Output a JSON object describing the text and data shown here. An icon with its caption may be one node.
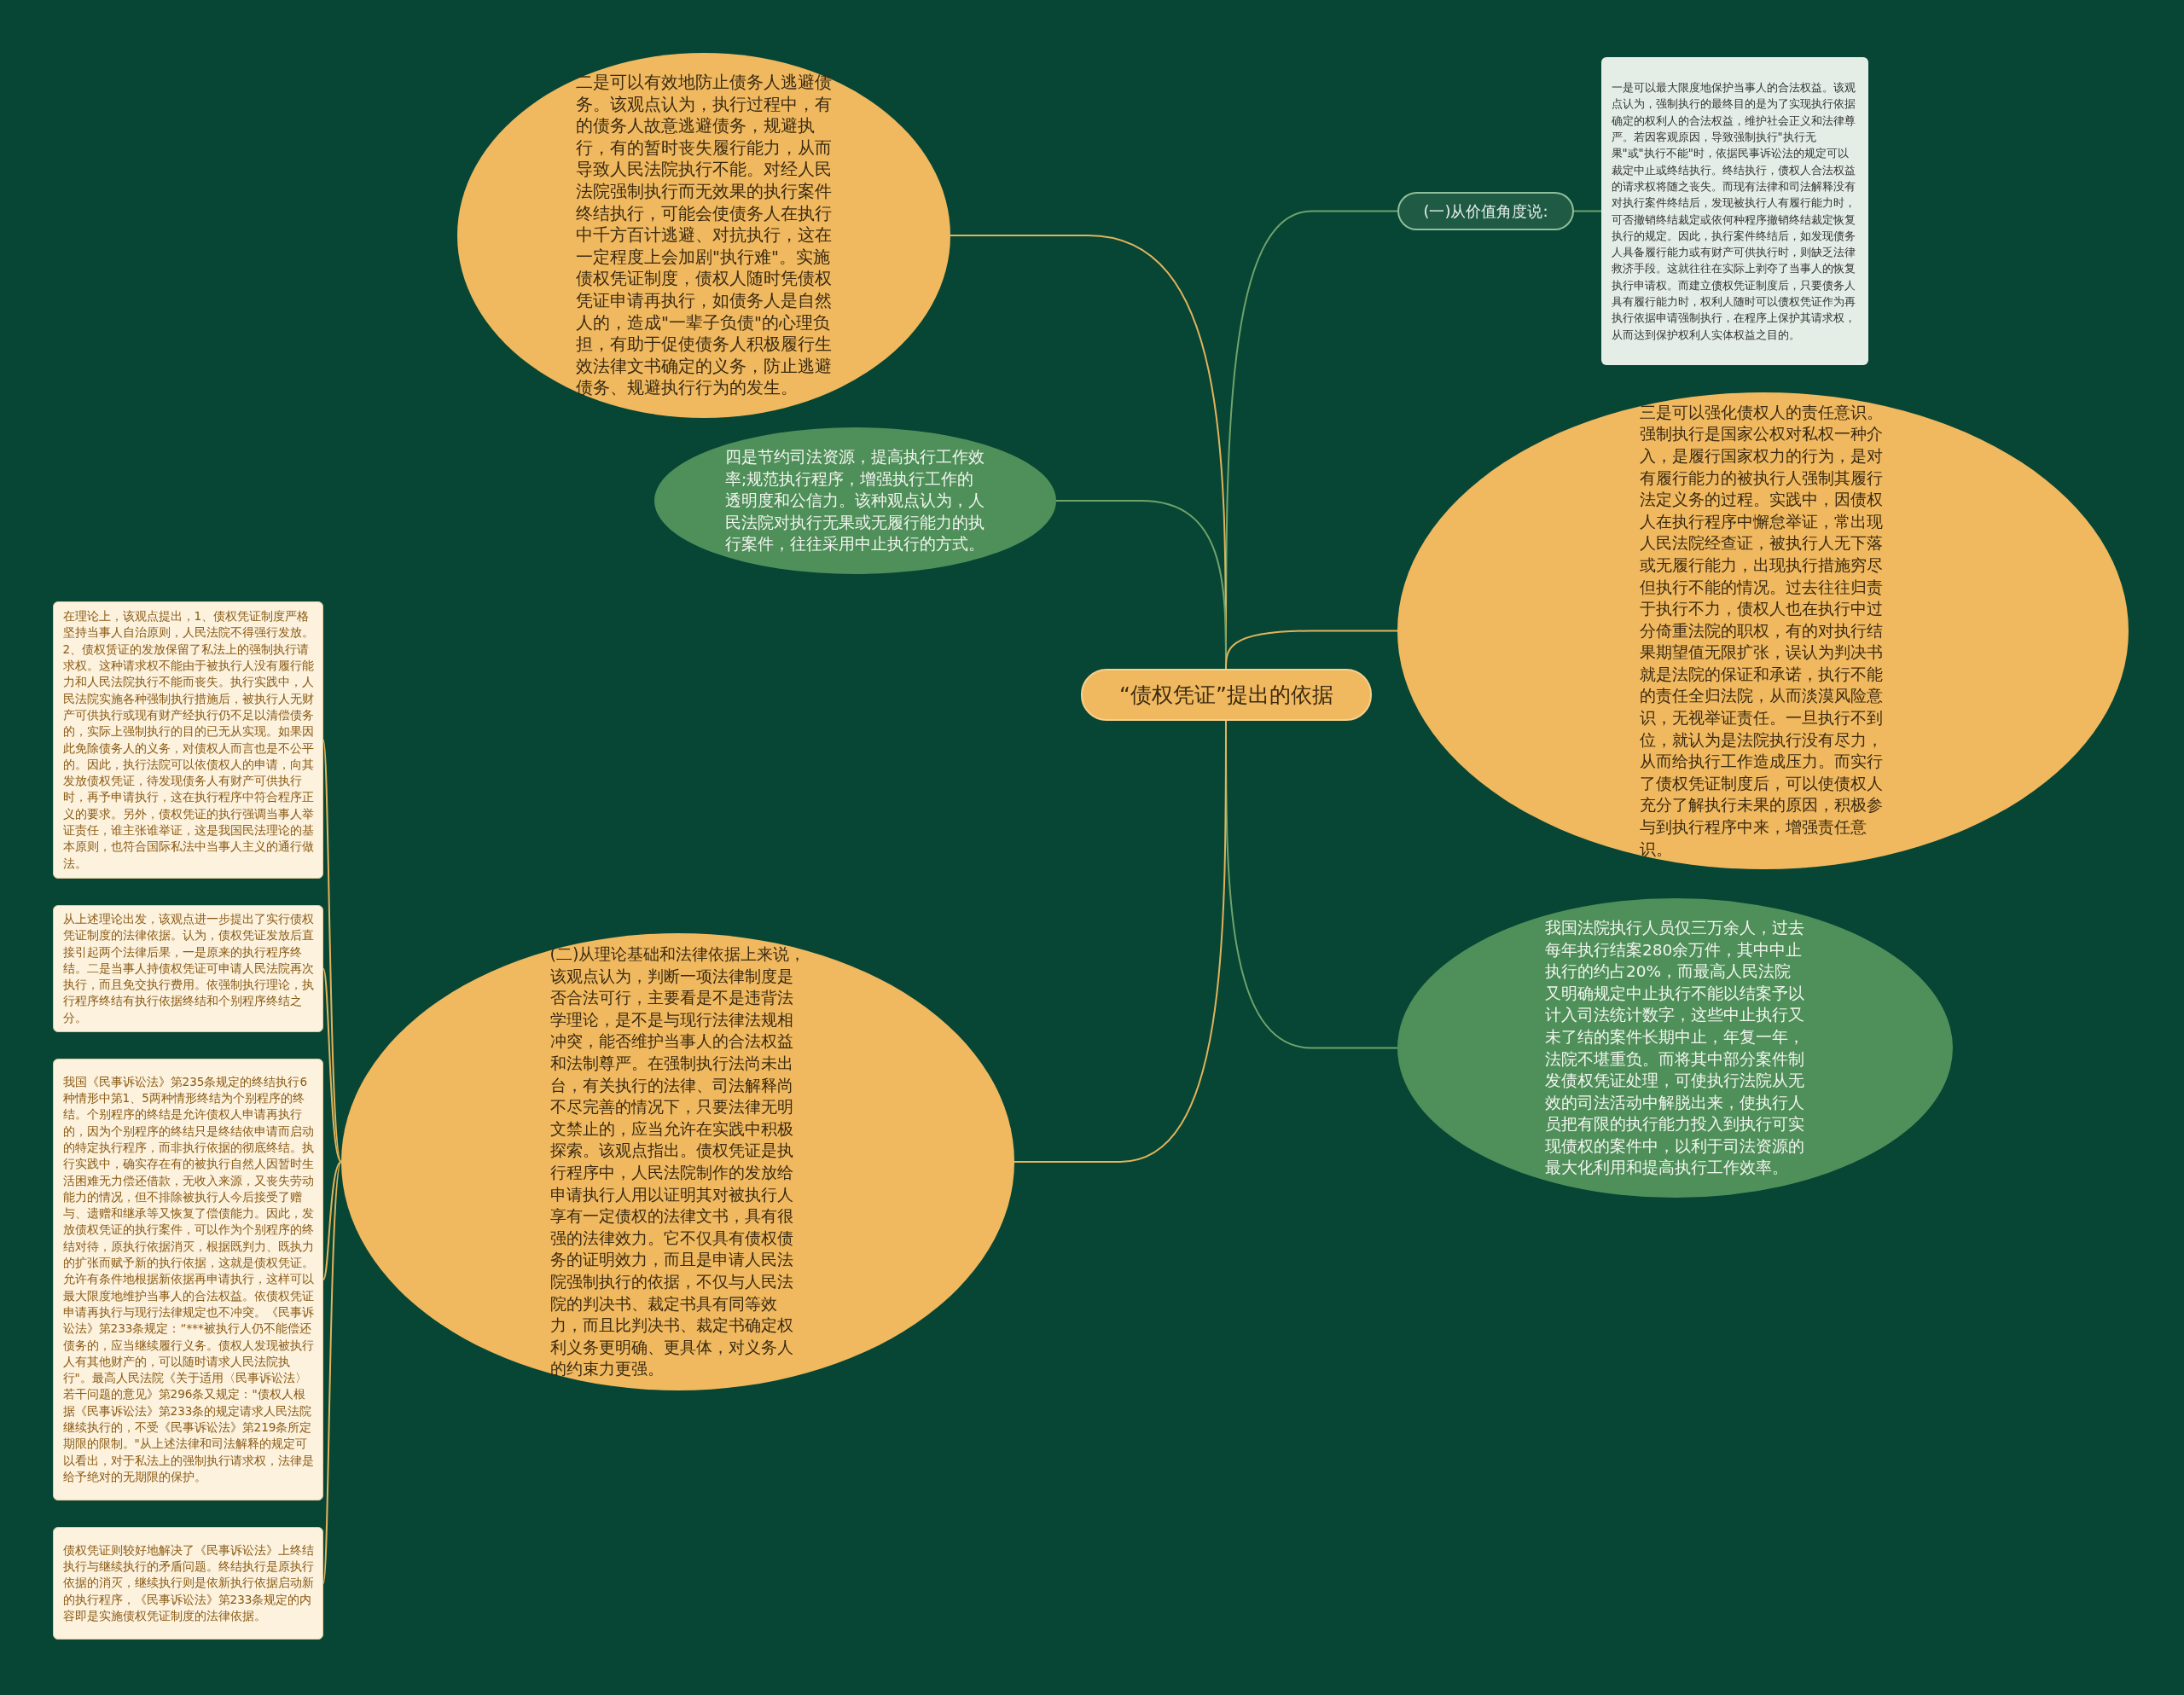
{
  "diagram": {
    "nodes": [
      {
        "text": [
          "“债权凭证”提出的依据"
        ]
      },
      {
        "text": [
          "(一)从价值角度说:"
        ]
      },
      {
        "text": [
          "一是可以最大限度地保护当事人的合法权益。该观点认为，强制执行的最终目的是为了实现执行依据确定的权利人的合法权益，维护社会正义和法律尊严。若因客观原因，导致强制执行\"执行无果\"或\"执行不能\"时，依据民事诉讼法的规定可以裁定中止或终结执行。终结执行，债权人合法权益的请求权将随之丧失。而现有法律和司法解释没有对执行案件终结后，发现被执行人有履行能力时，可否撤销终结裁定或依何种程序撤销终结裁定恢复执行的规定。因此，执行案件终结后，如发现债务人具备履行能力或有财产可供执行时，则缺乏法律救济手段。这就往往在实际上剥夺了当事人的恢复执行申请权。而建立债权凭证制度后，只要债务人具有履行能力时，权利人随时可以债权凭证作为再执行依据申请强制执行，在程序上保护其请求权，从而达到保护权利人实体权益之目的。"
        ]
      },
      {
        "text": [
          "二是可以有效地防止债务人逃避债务。该观点认为，执行过程中，有的债务人故意逃避债务，规避执行，有的暂时丧失履行能力，从而导致人民法院执行不能。对经人民法院强制执行而无效果的执行案件终结执行，可能会使债务人在执行中千方百计逃避、对抗执行，这在一定程度上会加剧\"执行难\"。实施债权凭证制度，债权人随时凭债权凭证申请再执行，如债务人是自然人的，造成\"一辈子负债\"的心理负担，有助于促使债务人积极履行生效法律文书确定的义务，防止逃避债务、规避执行行为的发生。"
        ]
      },
      {
        "text": [
          "四是节约司法资源，提高执行工作效率;规范执行程序，增强执行工作的透明度和公信力。该种观点认为，人民法院对执行无果或无履行能力的执行案件，往往采用中止执行的方式。"
        ]
      },
      {
        "text": [
          "三是可以强化债权人的责任意识。强制执行是国家公权对私权一种介入，是履行国家权力的行为，是对有履行能力的被执行人强制其履行法定义务的过程。实践中，因债权人在执行程序中懈怠举证，常出现人民法院经查证，被执行人无下落或无履行能力，出现执行措施穷尽但执行不能的情况。过去往往归责于执行不力，债权人也在执行中过分倚重法院的职权，有的对执行结果期望值无限扩张，误认为判决书就是法院的保证和承诺，执行不能的责任全归法院，从而淡漠风险意识，无视举证责任。一旦执行不到位，就认为是法院执行没有尽力，从而给执行工作造成压力。而实行了债权凭证制度后，可以使债权人充分了解执行未果的原因，积极参与到执行程序中来，增强责任意识。"
        ]
      },
      {
        "text": [
          "我国法院执行人员仅三万余人，过去每年执行结案280余万件，其中中止执行的约占20%，而最高人民法院又明确规定中止执行不能以结案予以计入司法统计数字，这些中止执行又未了结的案件长期中止，年复一年，法院不堪重负。而将其中部分案件制发债权凭证处理，可使执行法院从无效的司法活动中解脱出来，使执行人员把有限的执行能力投入到执行可实现债权的案件中，以利于司法资源的最大化利用和提高执行工作效率。"
        ]
      },
      {
        "text": [
          "(二)从理论基础和法律依据上来说，该观点认为，判断一项法律制度是否合法可行，主要看是不是违背法学理论，是不是与现行法律法规相冲突，能否维护当事人的合法权益和法制尊严。在强制执行法尚未出台，有关执行的法律、司法解释尚不尽完善的情况下，只要法律无明文禁止的，应当允许在实践中积极探索。该观点指出。债权凭证是执行程序中，人民法院制作的发放给申请执行人用以证明其对被执行人享有一定债权的法律文书，具有很强的法律效力。它不仅具有债权债务的证明效力，而且是申请人民法院强制执行的依据，不仅与人民法院的判决书、裁定书具有同等效力，而且比判决书、裁定书确定权利义务更明确、更具体，对义务人的约束力更强。"
        ]
      },
      {
        "text": [
          "在理论上，该观点提出，1、债权凭证制度严格坚持当事人自治原则，人民法院不得强行发放。2、债权赁证的发放保留了私法上的强制执行请求权。这种请求权不能由于被执行人没有履行能力和人民法院执行不能而丧失。执行实践中，人民法院实施各种强制执行措施后，被执行人无财产可供执行或现有财产经执行仍不足以清偿债务的，实际上强制执行的目的已无从实现。如果因此免除债务人的义务，对债权人而言也是不公平的。因此，执行法院可以依债权人的申请，向其发放债权凭证，待发现债务人有财产可供执行时，再予申请执行，这在执行程序中符合程序正义的要求。另外，债权凭证的执行强调当事人举证责任，谁主张谁举证，这是我国民法理论的基本原则，也符合国际私法中当事人主义的通行做法。"
        ]
      },
      {
        "text": [
          "从上述理论出发，该观点进一步提出了实行债权凭证制度的法律依据。认为，债权凭证发放后直接引起两个法律后果，一是原来的执行程序终结。二是当事人持债权凭证可申请人民法院再次执行，而且免交执行费用。依强制执行理论，执行程序终结有执行依据终结和个别程序终结之分。"
        ]
      },
      {
        "text": [
          "我国《民事诉讼法》第235条规定的终结执行6种情形中第1、5两种情形终结为个别程序的终结。个别程序的终结是允许债权人申请再执行的，因为个别程序的终结只是终结依申请而启动的特定执行程序，而非执行依据的彻底终结。执行实践中，确实存在有的被执行自然人因暂时生活困难无力偿还借款，无收入来源，又丧失劳动能力的情况，但不排除被执行人今后接受了赠与、遗赠和继承等又恢复了偿债能力。因此，发放债权凭证的执行案件，可以作为个别程序的终结对待，原执行依据消灭，根据既判力、既执力的扩张而赋予新的执行依据，这就是债权凭证。允许有条件地根据新依据再申请执行，这样可以最大限度地维护当事人的合法权益。依债权凭证申请再执行与现行法律规定也不冲突。《民事诉讼法》第233条规定：“***被执行人仍不能偿还债务的，应当继续履行义务。债权人发现被执行人有其他财产的，可以随时请求人民法院执行\"。最高人民法院《关于适用〈民事诉讼法〉若干问题的意见》第296条又规定：\"债权人根据《民事诉讼法》第233条的规定请求人民法院继续执行的，不受《民事诉讼法》第219条所定期限的限制。\"从上述法律和司法解释的规定可以看出，对于私法上的强制执行请求权，法律是给予绝对的无期限的保护。"
        ]
      },
      {
        "text": [
          "债权凭证则较好地解决了《民事诉讼法》上终结执行与继续执行的矛盾问题。终结执行是原执行依据的消灭，继续执行则是依新执行依据启动新的执行程序，《民事诉讼法》第233条规定的内容即是实施债权凭证制度的法律依据。"
        ]
      }
    ],
    "edges": [
      {
        "from": 0,
        "to": 1,
        "arrow": "none",
        "color": "#6fa36c"
      },
      {
        "from": 1,
        "to": 2,
        "arrow": "none",
        "color": "#6fa36c"
      },
      {
        "from": 0,
        "to": 3,
        "arrow": "none"
      },
      {
        "from": 0,
        "to": 4,
        "arrow": "none",
        "color": "#6fa36c"
      },
      {
        "from": 0,
        "to": 5,
        "arrow": "none"
      },
      {
        "from": 0,
        "to": 6,
        "arrow": "none",
        "color": "#6fa36c"
      },
      {
        "from": 0,
        "to": 7,
        "arrow": "none"
      },
      {
        "from": 7,
        "to": 8,
        "arrow": "none"
      },
      {
        "from": 7,
        "to": 9,
        "arrow": "none"
      },
      {
        "from": 7,
        "to": 10,
        "arrow": "none"
      },
      {
        "from": 7,
        "to": 11,
        "arrow": "none"
      }
    ]
  }
}
